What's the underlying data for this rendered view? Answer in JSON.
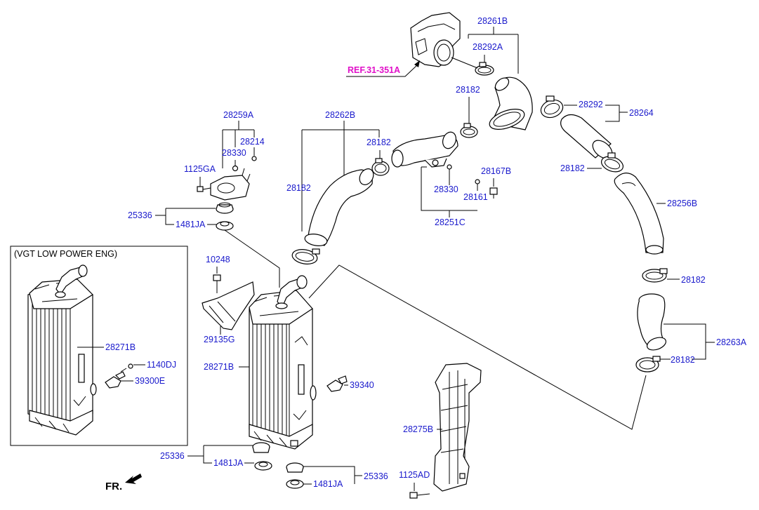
{
  "reference": "REF.31-351A",
  "inset_title": "(VGT LOW POWER ENG)",
  "direction_label": "FR.",
  "parts": {
    "p28261B": "28261B",
    "p28292A": "28292A",
    "p28182_top": "28182",
    "p28292": "28292",
    "p28264": "28264",
    "p28182_r1": "28182",
    "p28262B": "28262B",
    "p28182_mid": "28182",
    "p28182_left": "28182",
    "p28259A": "28259A",
    "p28214": "28214",
    "p28330_a": "28330",
    "p1125GA": "1125GA",
    "p28167B": "28167B",
    "p28330_b": "28330",
    "p28161": "28161",
    "p28251C": "28251C",
    "p28256B": "28256B",
    "p25336_top": "25336",
    "p1481JA_top": "1481JA",
    "p10248": "10248",
    "p29135G": "29135G",
    "p28271B_main": "28271B",
    "p39340": "39340",
    "p28182_r2": "28182",
    "p28263A": "28263A",
    "p28182_r3": "28182",
    "p28271B_inset": "28271B",
    "p1140DJ": "1140DJ",
    "p39300E": "39300E",
    "p28275B": "28275B",
    "p25336_bl": "25336",
    "p1481JA_bl": "1481JA",
    "p25336_br": "25336",
    "p1481JA_br": "1481JA",
    "p1125AD": "1125AD"
  }
}
